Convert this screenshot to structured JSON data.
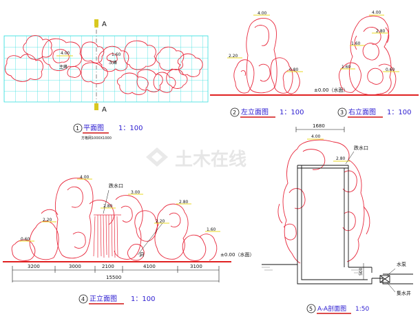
{
  "colors": {
    "rock": "#e8283c",
    "grid": "#35e0e0",
    "ground": "#e02020",
    "annot": "#0b0b0b",
    "title": "#2a1ad0",
    "elev_mark": "#e8d820",
    "underline": "#d01010",
    "dim": "#111111"
  },
  "section_marks": {
    "top": "A",
    "bottom": "A"
  },
  "plan": {
    "title_no": "1",
    "title": "平面图",
    "scale": "1：100",
    "note": "方格网1000X1000",
    "labels": {
      "main_peak": "主峰",
      "sub_peak": "次峰",
      "elev_main": "4.00",
      "elev_sub": "1.60"
    }
  },
  "left_elev": {
    "title_no": "2",
    "title": "左立面图",
    "scale": "1：100",
    "marks": [
      "4.00",
      "2.20",
      "0.80"
    ],
    "water": "±0.00（水面）"
  },
  "right_elev": {
    "title_no": "3",
    "title": "右立面图",
    "scale": "1：100",
    "marks": [
      "4.00",
      "2.80",
      "1.60",
      "1.60",
      "0.60"
    ]
  },
  "front_elev": {
    "title_no": "4",
    "title": "正立面图",
    "scale": "1：100",
    "marks": [
      "4.00",
      "3.00",
      "2.80",
      "2.80",
      "2.20",
      "2.20",
      "1.60",
      "0.60"
    ],
    "labels": {
      "waterfall_outlet": "跌水口",
      "cave": "洞"
    },
    "water": "±0.00（水面）",
    "dims": [
      "3200",
      "3000",
      "2100",
      "4100",
      "3100"
    ],
    "total": "15500"
  },
  "section": {
    "title_no": "5",
    "title": "A-A剖面图",
    "scale": "1:50",
    "width_dim": "1680",
    "marks": [
      "4.00",
      "2.80"
    ],
    "labels": {
      "waterfall_outlet": "跌水口",
      "pump": "水泵",
      "sump": "集水井"
    },
    "depth_dim": "500"
  }
}
